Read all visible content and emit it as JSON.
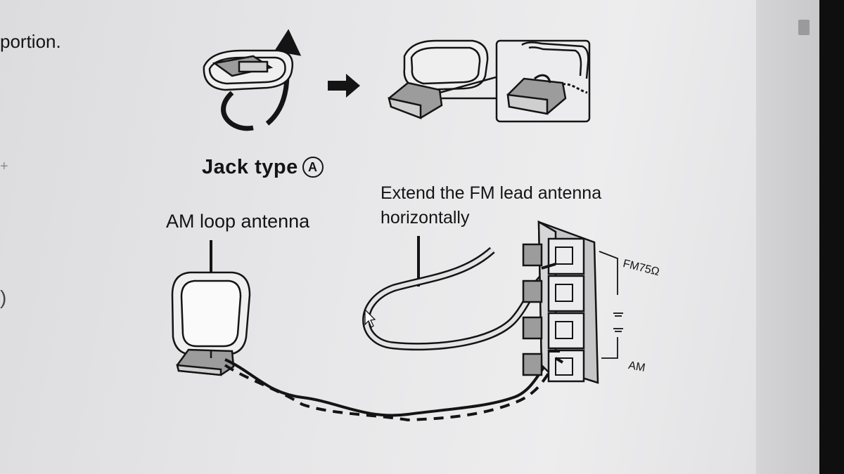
{
  "document": {
    "partial_text": "portion.",
    "jack_type_label": "Jack type",
    "jack_type_marker": "A",
    "am_antenna_label": "AM loop antenna",
    "fm_instruction_line1": "Extend the FM lead antenna",
    "fm_instruction_line2": "horizontally",
    "terminal_fm_label": "FM75Ω",
    "terminal_am_label": "AM",
    "margin_marks": [
      "+",
      ")"
    ]
  },
  "icons": {
    "arrow": "right-arrow-icon",
    "cursor": "mouse-cursor-icon",
    "ground": "ground-symbol-icon"
  },
  "colors": {
    "screen_bg": "#e6e6e8",
    "ink": "#141414",
    "fill_gray": "#9c9c9c",
    "bezel": "#0f0f10"
  }
}
